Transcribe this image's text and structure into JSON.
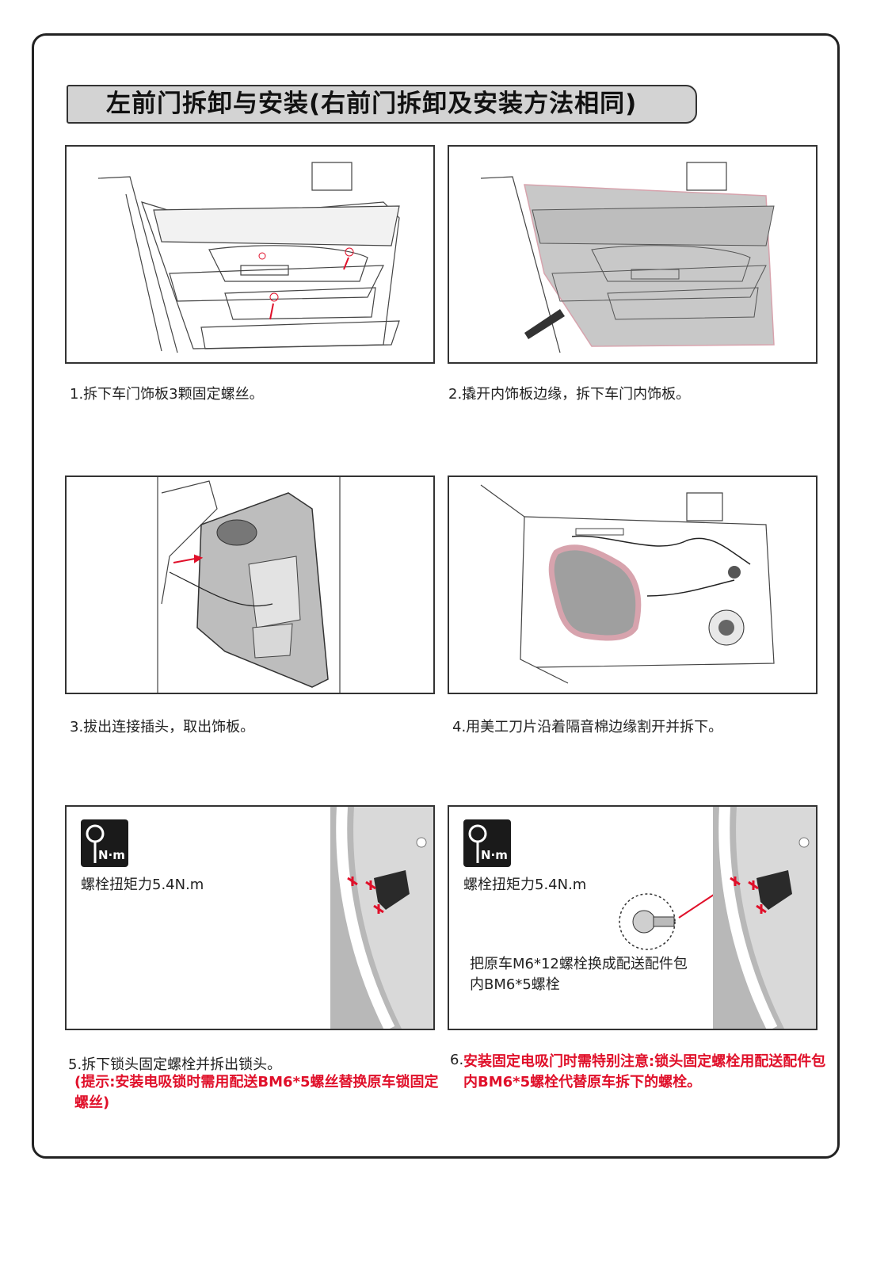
{
  "title": "左前门拆卸与安装(右前门拆卸及安装方法相同)",
  "steps": [
    {
      "caption": "1.拆下车门饰板3颗固定螺丝。"
    },
    {
      "caption": "2.撬开内饰板边缘，拆下车门内饰板。"
    },
    {
      "caption": "3.拔出连接插头，取出饰板。"
    },
    {
      "caption": "4.用美工刀片沿着隔音棉边缘割开并拆下。"
    },
    {
      "caption": "5.拆下锁头固定螺栓并拆出锁头。",
      "note": "(提示:安装电吸锁时需用配送BM6*5螺丝替换原车锁固定螺丝)"
    },
    {
      "caption": "6.",
      "note": "安装固定电吸门时需特别注意:锁头固定螺栓用配送配件包内BM6*5螺栓代替原车拆下的螺栓。"
    }
  ],
  "torque": {
    "icon_label": "N·m",
    "text_5": "螺栓扭矩力5.4N.m",
    "text_6": "螺栓扭矩力5.4N.m"
  },
  "bolt_note": "把原车M6*12螺栓换成配送配件包内BM6*5螺栓",
  "colors": {
    "red": "#e0102a",
    "panel_grey": "#c8c8c8",
    "insulation_pink": "#d7a3ad"
  }
}
